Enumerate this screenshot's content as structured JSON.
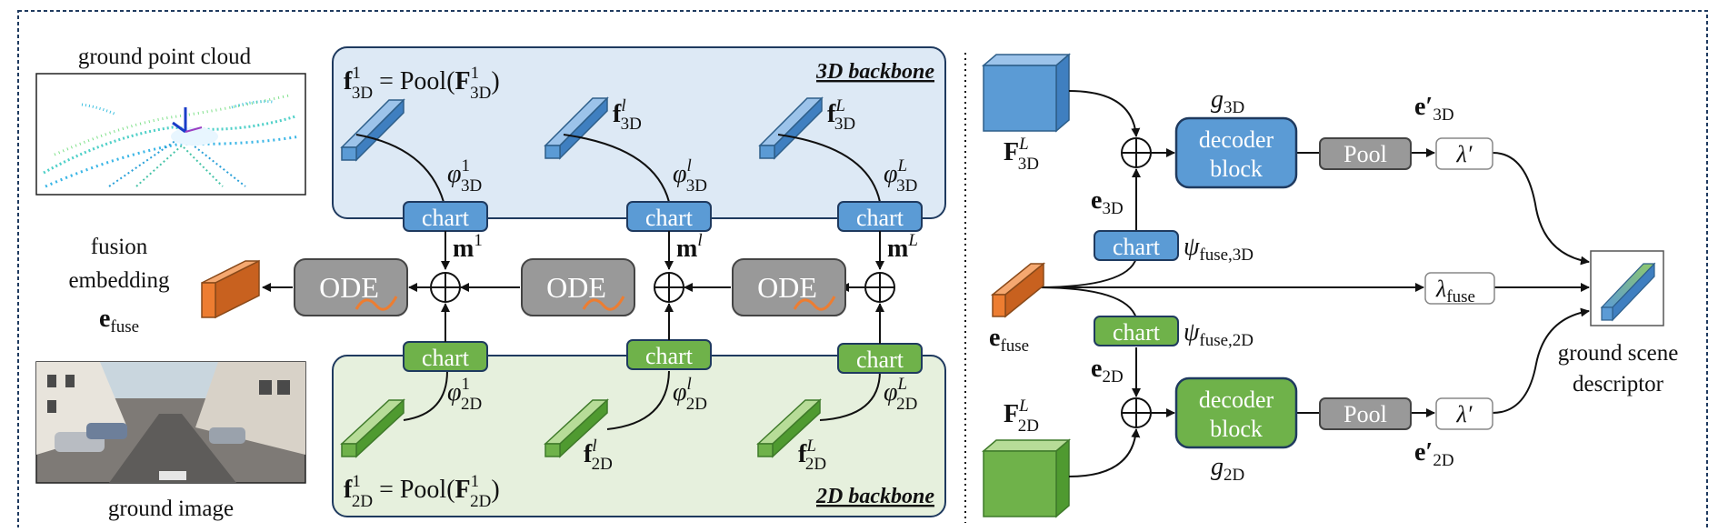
{
  "left": {
    "ground_point_cloud_label": "ground point cloud",
    "ground_image_label": "ground image",
    "fusion_label_line1": "fusion",
    "fusion_label_line2": "embedding",
    "fusion_symbol": "e",
    "fusion_symbol_sub": "fuse"
  },
  "backbone3d": {
    "title": "3D backbone",
    "pool_eq": {
      "lhs": "f",
      "lhs_sub": "3D",
      "lhs_sup": "1",
      "mid": " = Pool(",
      "F": "F",
      "F_sub": "3D",
      "F_sup": "1",
      "end": ")"
    },
    "features": [
      {
        "sym": "f",
        "sup": "l",
        "sub": "3D"
      },
      {
        "sym": "f",
        "sup": "L",
        "sub": "3D"
      }
    ],
    "phis": [
      {
        "sym": "φ",
        "sup": "1",
        "sub": "3D"
      },
      {
        "sym": "φ",
        "sup": "l",
        "sub": "3D"
      },
      {
        "sym": "φ",
        "sup": "L",
        "sub": "3D"
      }
    ]
  },
  "backbone2d": {
    "title": "2D backbone",
    "pool_eq": {
      "lhs": "f",
      "lhs_sub": "2D",
      "lhs_sup": "1",
      "mid": " = Pool(",
      "F": "F",
      "F_sub": "2D",
      "F_sup": "1",
      "end": ")"
    },
    "features": [
      {
        "sym": "f",
        "sup": "l",
        "sub": "2D"
      },
      {
        "sym": "f",
        "sup": "L",
        "sub": "2D"
      }
    ],
    "phis": [
      {
        "sym": "φ",
        "sup": "1",
        "sub": "2D"
      },
      {
        "sym": "φ",
        "sup": "l",
        "sub": "2D"
      },
      {
        "sym": "φ",
        "sup": "L",
        "sub": "2D"
      }
    ]
  },
  "chart_label": "chart",
  "ode_label": "ODE",
  "masks": [
    {
      "sym": "m",
      "sup": "1"
    },
    {
      "sym": "m",
      "sup": "l"
    },
    {
      "sym": "m",
      "sup": "L"
    }
  ],
  "right": {
    "F3d": {
      "sym": "F",
      "sup": "L",
      "sub": "3D"
    },
    "F2d": {
      "sym": "F",
      "sup": "L",
      "sub": "2D"
    },
    "g3d": {
      "sym": "g",
      "sub": "3D"
    },
    "g2d": {
      "sym": "g",
      "sub": "2D"
    },
    "decoder_line1": "decoder",
    "decoder_line2": "block",
    "pool": "Pool",
    "lambda_prime": "λ′",
    "lambda_fuse": {
      "sym": "λ",
      "sub": "fuse"
    },
    "e3d": {
      "sym": "e",
      "sub": "3D"
    },
    "e2d": {
      "sym": "e",
      "sub": "2D"
    },
    "e3d_prime": {
      "sym": "e′",
      "sub": "3D"
    },
    "e2d_prime": {
      "sym": "e′",
      "sub": "2D"
    },
    "efuse": {
      "sym": "e",
      "sub": "fuse"
    },
    "psi3d": {
      "sym": "ψ",
      "sub": "fuse,3D"
    },
    "psi2d": {
      "sym": "ψ",
      "sub": "fuse,2D"
    },
    "descriptor_line1": "ground scene",
    "descriptor_line2": "descriptor"
  },
  "colors": {
    "blue": "#5b9bd5",
    "blue_dark": "#2e5f8a",
    "green": "#6fb24a",
    "green_dark": "#3f7a2a",
    "orange": "#ed7d31",
    "gray": "#999999",
    "panel3d": "#dde9f5",
    "panel2d": "#e6f0dd",
    "border": "#1f3a5f"
  }
}
